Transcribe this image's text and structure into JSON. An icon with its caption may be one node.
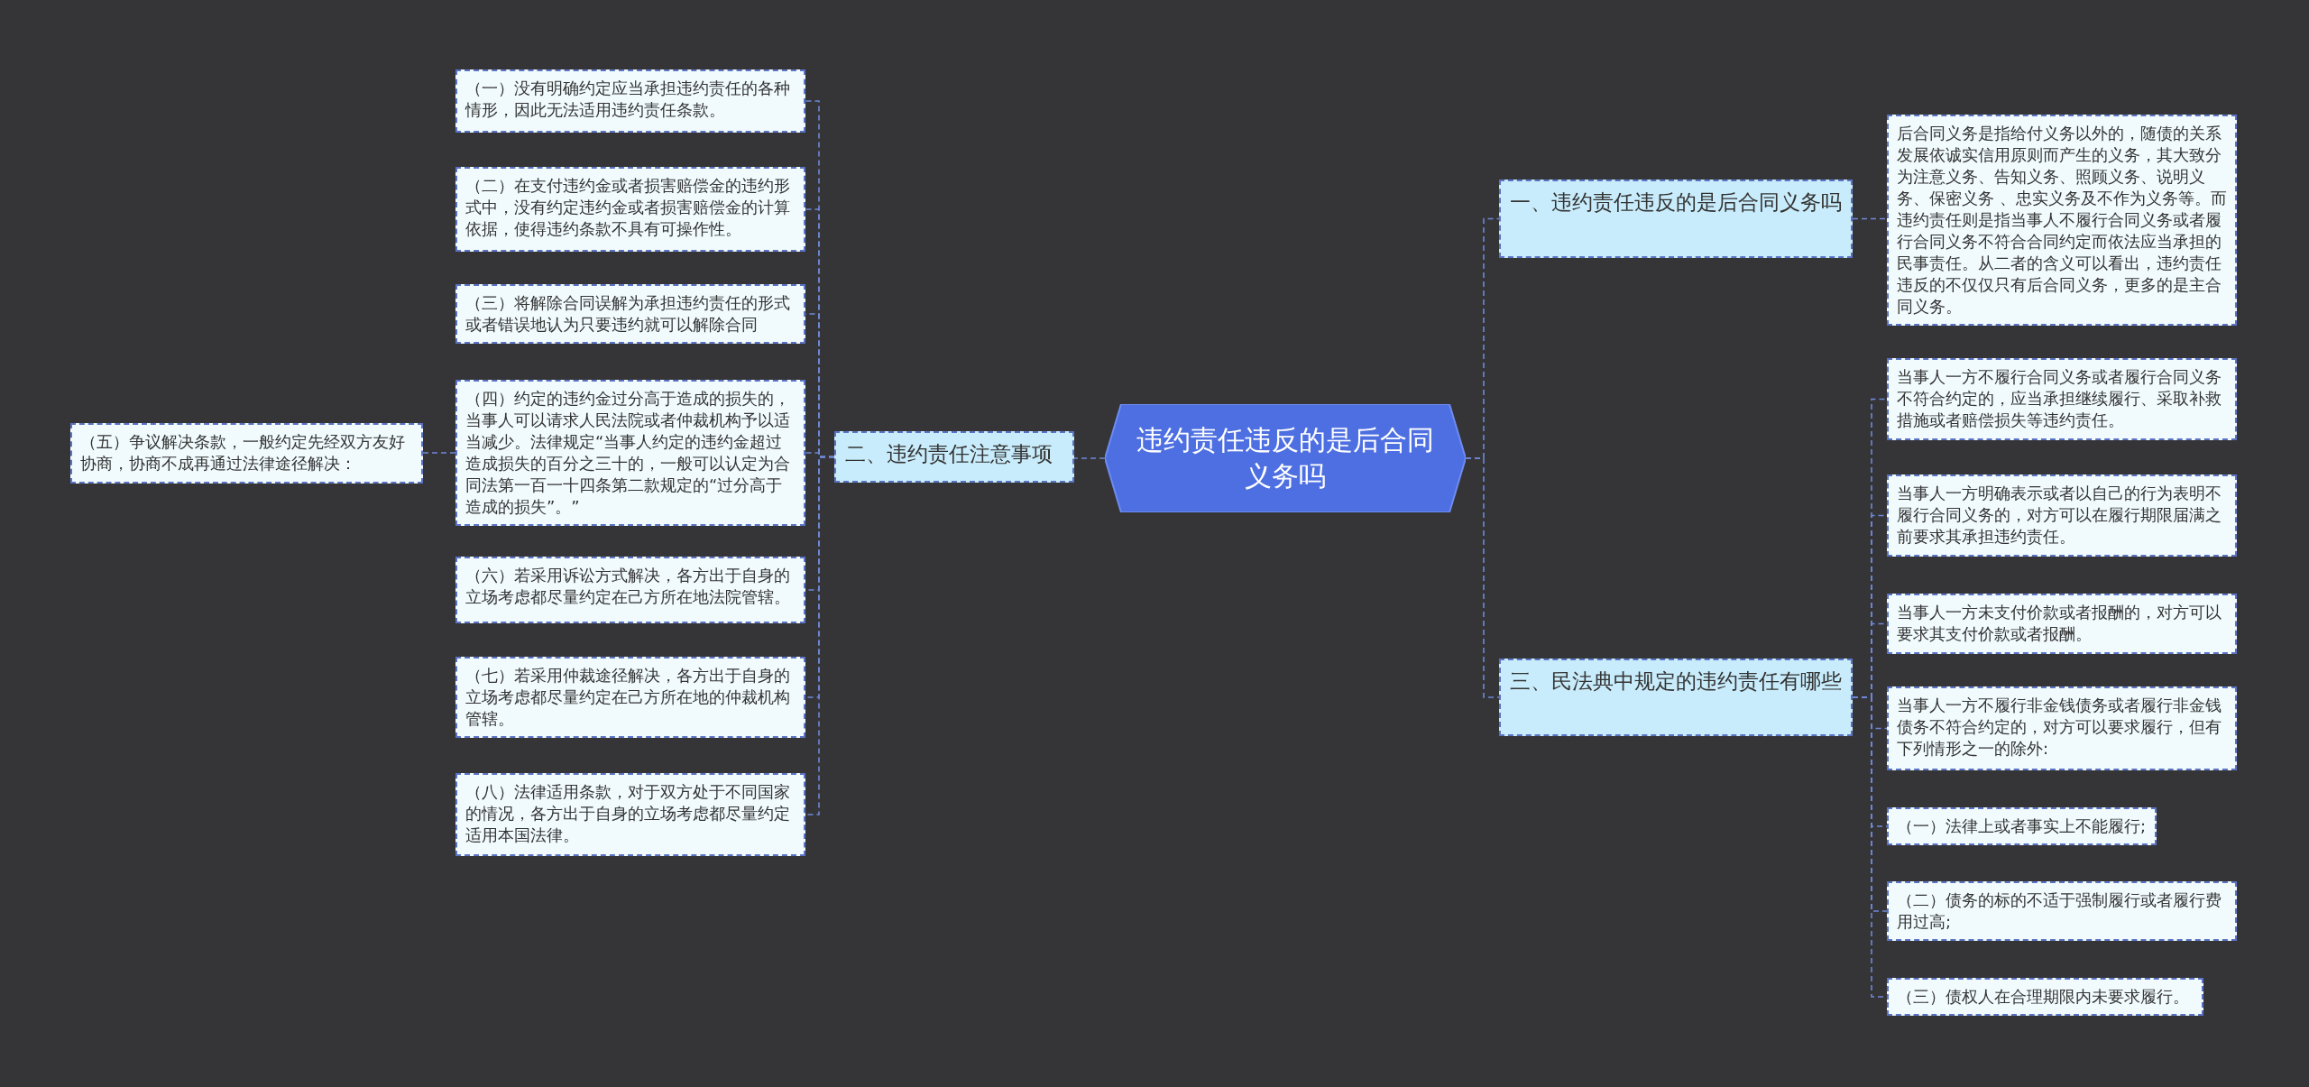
{
  "diagram": {
    "nodes": [
      {
        "text": [
          "违约责任违反的是后合同义务吗"
        ]
      },
      {
        "text": [
          "二、违约责任注意事项"
        ]
      },
      {
        "text": [
          "（一）没有明确约定应当承担违约责任的各种情形，因此无法适用违约责任条款。"
        ]
      },
      {
        "text": [
          "（二）在支付违约金或者损害赔偿金的违约形式中，没有约定违约金或者损害赔偿金的计算依据，使得违约条款不具有可操作性。"
        ]
      },
      {
        "text": [
          "（三）将解除合同误解为承担违约责任的形式或者错误地认为只要违约就可以解除合同"
        ]
      },
      {
        "text": [
          "（四）约定的违约金过分高于造成的损失的，当事人可以请求人民法院或者仲裁机构予以适当减少。法律规定“当事人约定的违约金超过造成损失的百分之三十的，一般可以认定为合同法第一百一十四条第二款规定的“过分高于造成的损失”。”"
        ]
      },
      {
        "text": [
          "（五）争议解决条款，一般约定先经双方友好协商，协商不成再通过法律途径解决："
        ]
      },
      {
        "text": [
          "（六）若采用诉讼方式解决，各方出于自身的立场考虑都尽量约定在己方所在地法院管辖。"
        ]
      },
      {
        "text": [
          "（七）若采用仲裁途径解决，各方出于自身的立场考虑都尽量约定在己方所在地的仲裁机构管辖。"
        ]
      },
      {
        "text": [
          "（八）法律适用条款，对于双方处于不同国家的情况，各方出于自身的立场考虑都尽量约定适用本国法律。"
        ]
      },
      {
        "text": [
          "一、违约责任违反的是后合同义务吗"
        ]
      },
      {
        "text": [
          "后合同义务是指给付义务以外的，随债的关系发展依诚实信用原则而产生的义务，其大致分为注意义务、告知义务、照顾义务、说明义务、保密义务 、忠实义务及不作为义务等。而违约责任则是指当事人不履行合同义务或者履行合同义务不符合合同约定而依法应当承担的民事责任。从二者的含义可以看出，违约责任违反的不仅仅只有后合同义务，更多的是主合同义务。"
        ]
      },
      {
        "text": [
          "三、民法典中规定的违约责任有哪些"
        ]
      },
      {
        "text": [
          "当事人一方不履行合同义务或者履行合同义务不符合约定的，应当承担继续履行、采取补救措施或者赔偿损失等违约责任。"
        ]
      },
      {
        "text": [
          "当事人一方明确表示或者以自己的行为表明不履行合同义务的，对方可以在履行期限届满之前要求其承担违约责任。"
        ]
      },
      {
        "text": [
          "当事人一方未支付价款或者报酬的，对方可以要求其支付价款或者报酬。"
        ]
      },
      {
        "text": [
          "当事人一方不履行非金钱债务或者履行非金钱债务不符合约定的，对方可以要求履行，但有下列情形之一的除外:"
        ]
      },
      {
        "text": [
          "（一）法律上或者事实上不能履行;"
        ]
      },
      {
        "text": [
          "（二）债务的标的不适于强制履行或者履行费用过高;"
        ]
      },
      {
        "text": [
          "（三）债权人在合理期限内未要求履行。"
        ]
      }
    ],
    "edges": [
      {
        "from": 0,
        "to": 1,
        "arrow": "none"
      },
      {
        "from": 1,
        "to": 2,
        "arrow": "none"
      },
      {
        "from": 1,
        "to": 3,
        "arrow": "none"
      },
      {
        "from": 1,
        "to": 4,
        "arrow": "none"
      },
      {
        "from": 1,
        "to": 5,
        "arrow": "none"
      },
      {
        "from": 5,
        "to": 6,
        "arrow": "none"
      },
      {
        "from": 1,
        "to": 7,
        "arrow": "none"
      },
      {
        "from": 1,
        "to": 8,
        "arrow": "none"
      },
      {
        "from": 1,
        "to": 9,
        "arrow": "none"
      },
      {
        "from": 0,
        "to": 10,
        "arrow": "none"
      },
      {
        "from": 10,
        "to": 11,
        "arrow": "none"
      },
      {
        "from": 0,
        "to": 12,
        "arrow": "none"
      },
      {
        "from": 12,
        "to": 13,
        "arrow": "none"
      },
      {
        "from": 12,
        "to": 14,
        "arrow": "none"
      },
      {
        "from": 12,
        "to": 15,
        "arrow": "none"
      },
      {
        "from": 12,
        "to": 16,
        "arrow": "none"
      },
      {
        "from": 12,
        "to": 17,
        "arrow": "none"
      },
      {
        "from": 12,
        "to": 18,
        "arrow": "none"
      },
      {
        "from": 12,
        "to": 19,
        "arrow": "none"
      }
    ]
  }
}
